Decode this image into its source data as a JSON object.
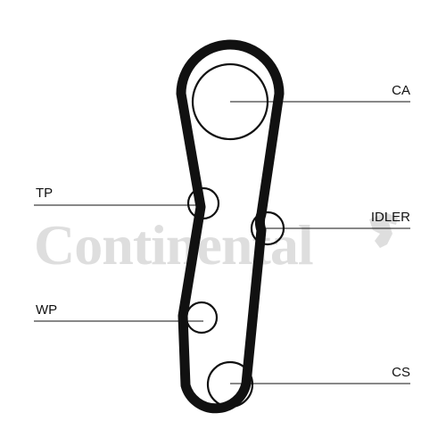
{
  "watermark": {
    "text": "Continental",
    "color": "#dedede"
  },
  "diagram": {
    "belt_color": "#111111",
    "line_color": "#111111",
    "components": [
      {
        "id": "ca",
        "label": "CA"
      },
      {
        "id": "tp",
        "label": "TP"
      },
      {
        "id": "idler",
        "label": "IDLER"
      },
      {
        "id": "wp",
        "label": "WP"
      },
      {
        "id": "cs",
        "label": "CS"
      }
    ]
  }
}
